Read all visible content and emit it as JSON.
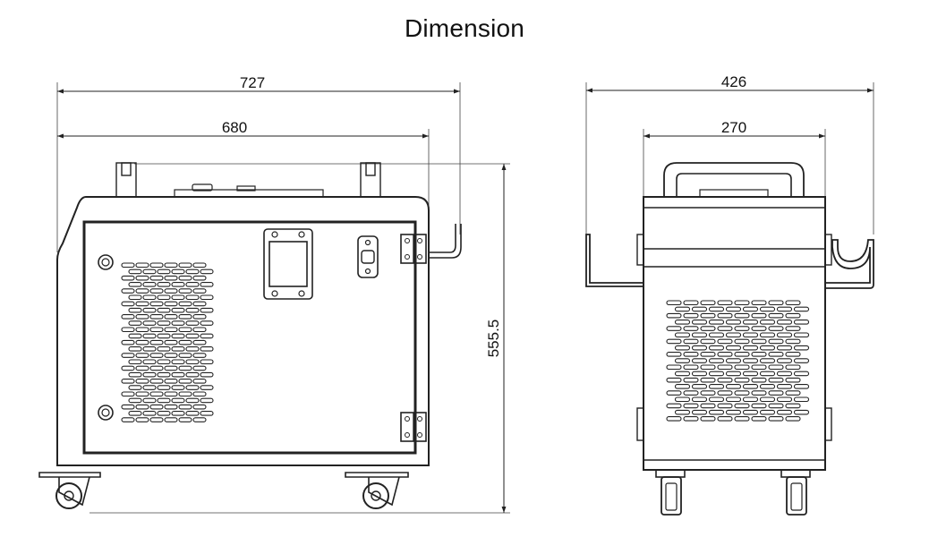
{
  "title": "Dimension",
  "front_view": {
    "overall_width_label": "727",
    "body_width_label": "680",
    "height_label": "555.5"
  },
  "side_view": {
    "overall_depth_label": "426",
    "body_depth_label": "270"
  },
  "colors": {
    "line": "#222222",
    "background": "#ffffff"
  }
}
